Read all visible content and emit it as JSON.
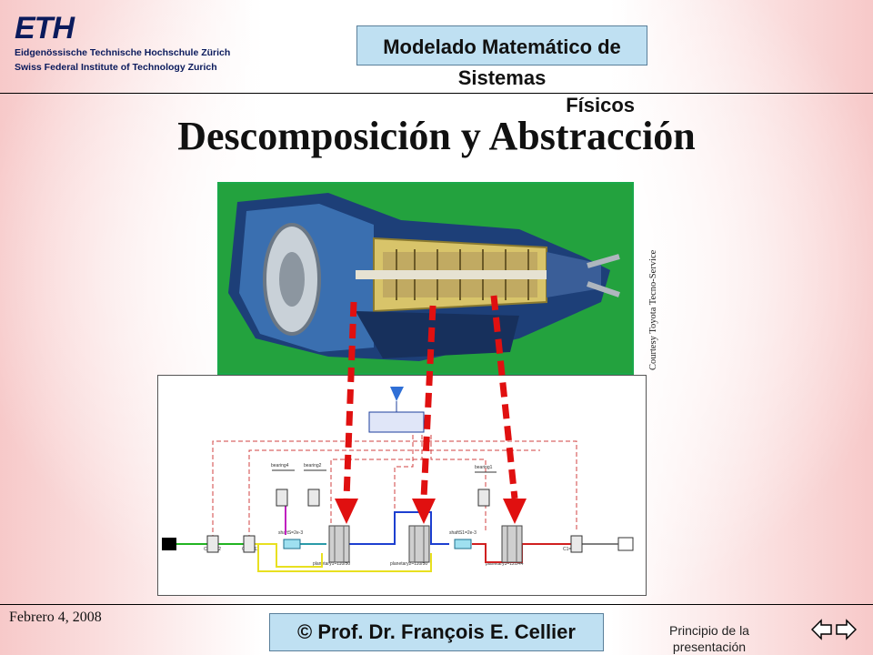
{
  "header": {
    "logo": "ETH",
    "institution_de": "Eidgenössische Technische Hochschule Zürich",
    "institution_en": "Swiss Federal Institute of Technology Zurich",
    "course_title_line1": "Modelado Matemático de Sistemas",
    "course_title_line2": "Físicos"
  },
  "slide": {
    "title": "Descomposición y Abstracción",
    "image_credit": "Courtesy Toyota Tecno-Service"
  },
  "diagram": {
    "labels": {
      "bearing4": "bearing4",
      "bearing2": "bearing2",
      "bearing1": "bearing1",
      "shift_s2": "shaftS=2e-3",
      "shift_s1": "shaftS1=2e-3",
      "c4": "C4=0.12",
      "c3": "C3=0.12",
      "c1": "C1=0.12",
      "planetary1": "planetary1=110/50",
      "planetary2": "planetary2=110/50",
      "planetary3": "planetary3=120/44"
    }
  },
  "footer": {
    "date": "Febrero 4, 2008",
    "author": "© Prof. Dr. François E. Cellier",
    "start_link": "Principio de la presentación"
  },
  "colors": {
    "header_box": "#bfe0f2",
    "accent_arrow": "#e01010",
    "photo_border": "#1aa84a"
  }
}
